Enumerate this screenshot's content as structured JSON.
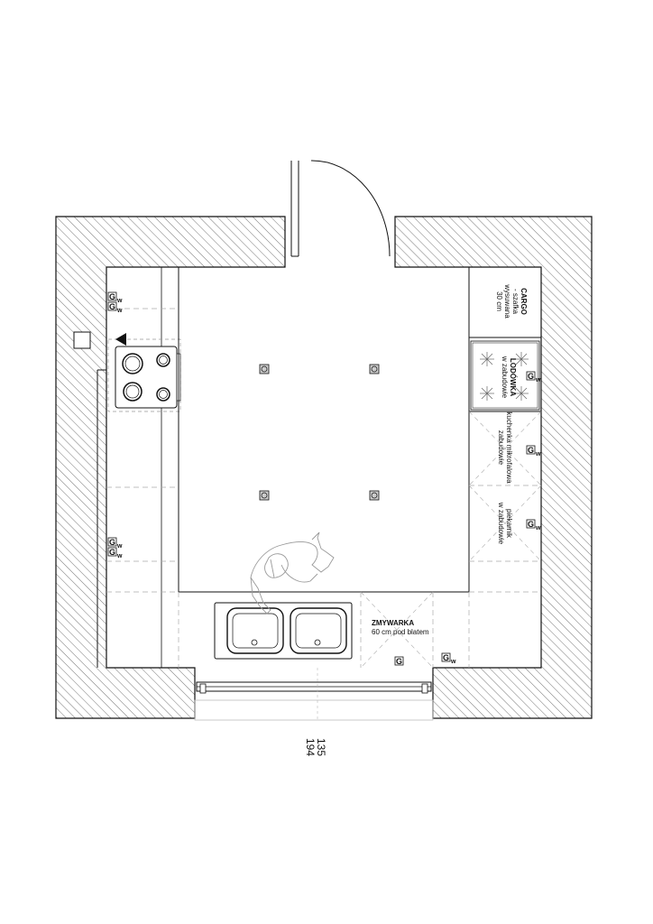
{
  "labels": {
    "cargo": [
      "CARGO",
      "- szafka",
      "wysuwana",
      "30 cm"
    ],
    "fridge": [
      "LODÓWKA",
      "w zabudowie"
    ],
    "microwave": [
      "kuchenka mikrofalowa",
      "zabudowie"
    ],
    "oven": [
      "piekarnik",
      "w zabudowie"
    ],
    "dishwasher": [
      "ZMYWARKA",
      "60 cm pod blatem"
    ]
  },
  "outlet_symbol": {
    "letter": "G",
    "subscript": "w"
  },
  "dimensions": {
    "bottom": "135",
    "top": "194"
  },
  "colors": {
    "line": "#111111",
    "dashed": "#9a9a9a",
    "hatch": "#555555",
    "fixture": "#888888"
  }
}
